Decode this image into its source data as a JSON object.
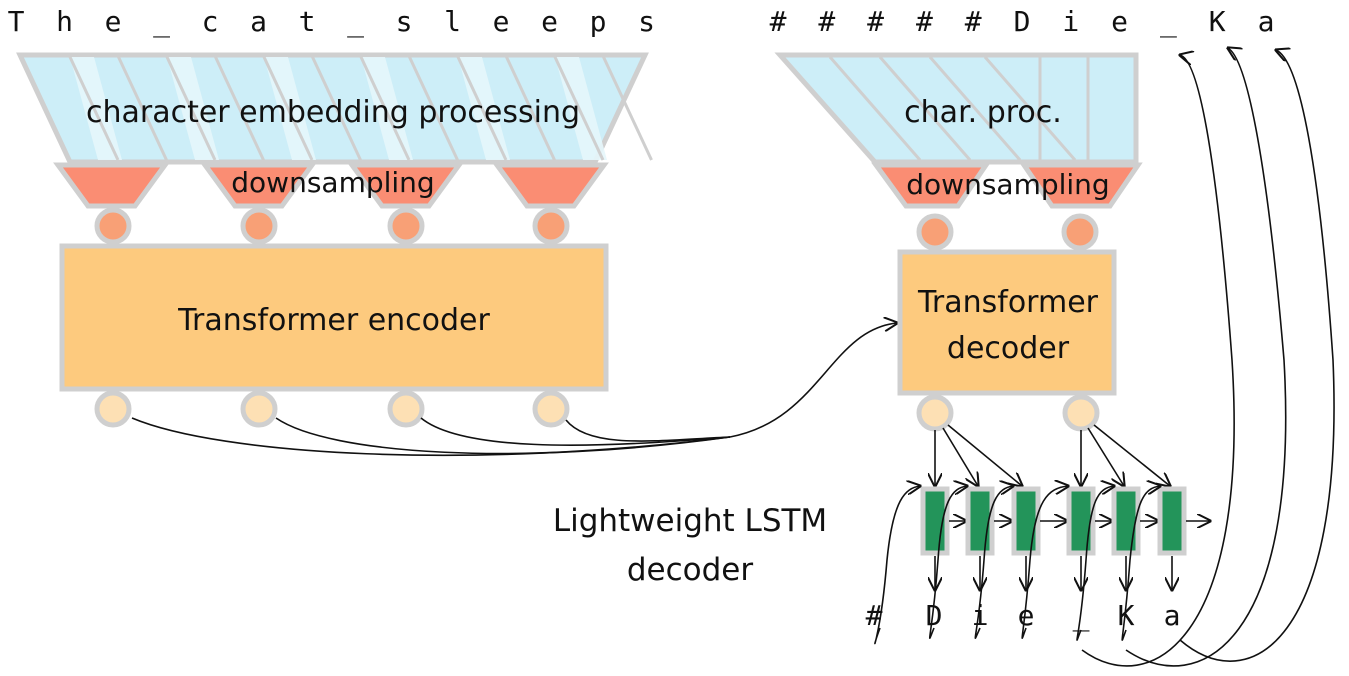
{
  "input_chars": [
    "T",
    "h",
    "e",
    "_",
    "c",
    "a",
    "t",
    "_",
    "s",
    "l",
    "e",
    "e",
    "p",
    "s"
  ],
  "target_chars": [
    "#",
    "#",
    "#",
    "#",
    "#",
    "D",
    "i",
    "e",
    "_",
    "K",
    "a"
  ],
  "encoder": {
    "embedding_label": "character embedding processing",
    "downsampling_label": "downsampling",
    "block_label": "Transformer encoder"
  },
  "decoder": {
    "embedding_label": "char. proc.",
    "downsampling_label": "downsampling",
    "block_label_line1": "Transformer",
    "block_label_line2": "decoder"
  },
  "lstm": {
    "label_line1": "Lightweight LSTM",
    "label_line2": "decoder",
    "cell_count": 6,
    "outputs": [
      "#",
      "D",
      "i",
      "e",
      "_",
      "K",
      "a"
    ]
  },
  "colors": {
    "embedding": "#cdeef8",
    "downsampling": "#fa8d73",
    "block": "#fdca7e",
    "node_dark": "#f8a076",
    "node_light": "#fde0b4",
    "lstm": "#23945a",
    "outline": "#cfcfcf"
  }
}
